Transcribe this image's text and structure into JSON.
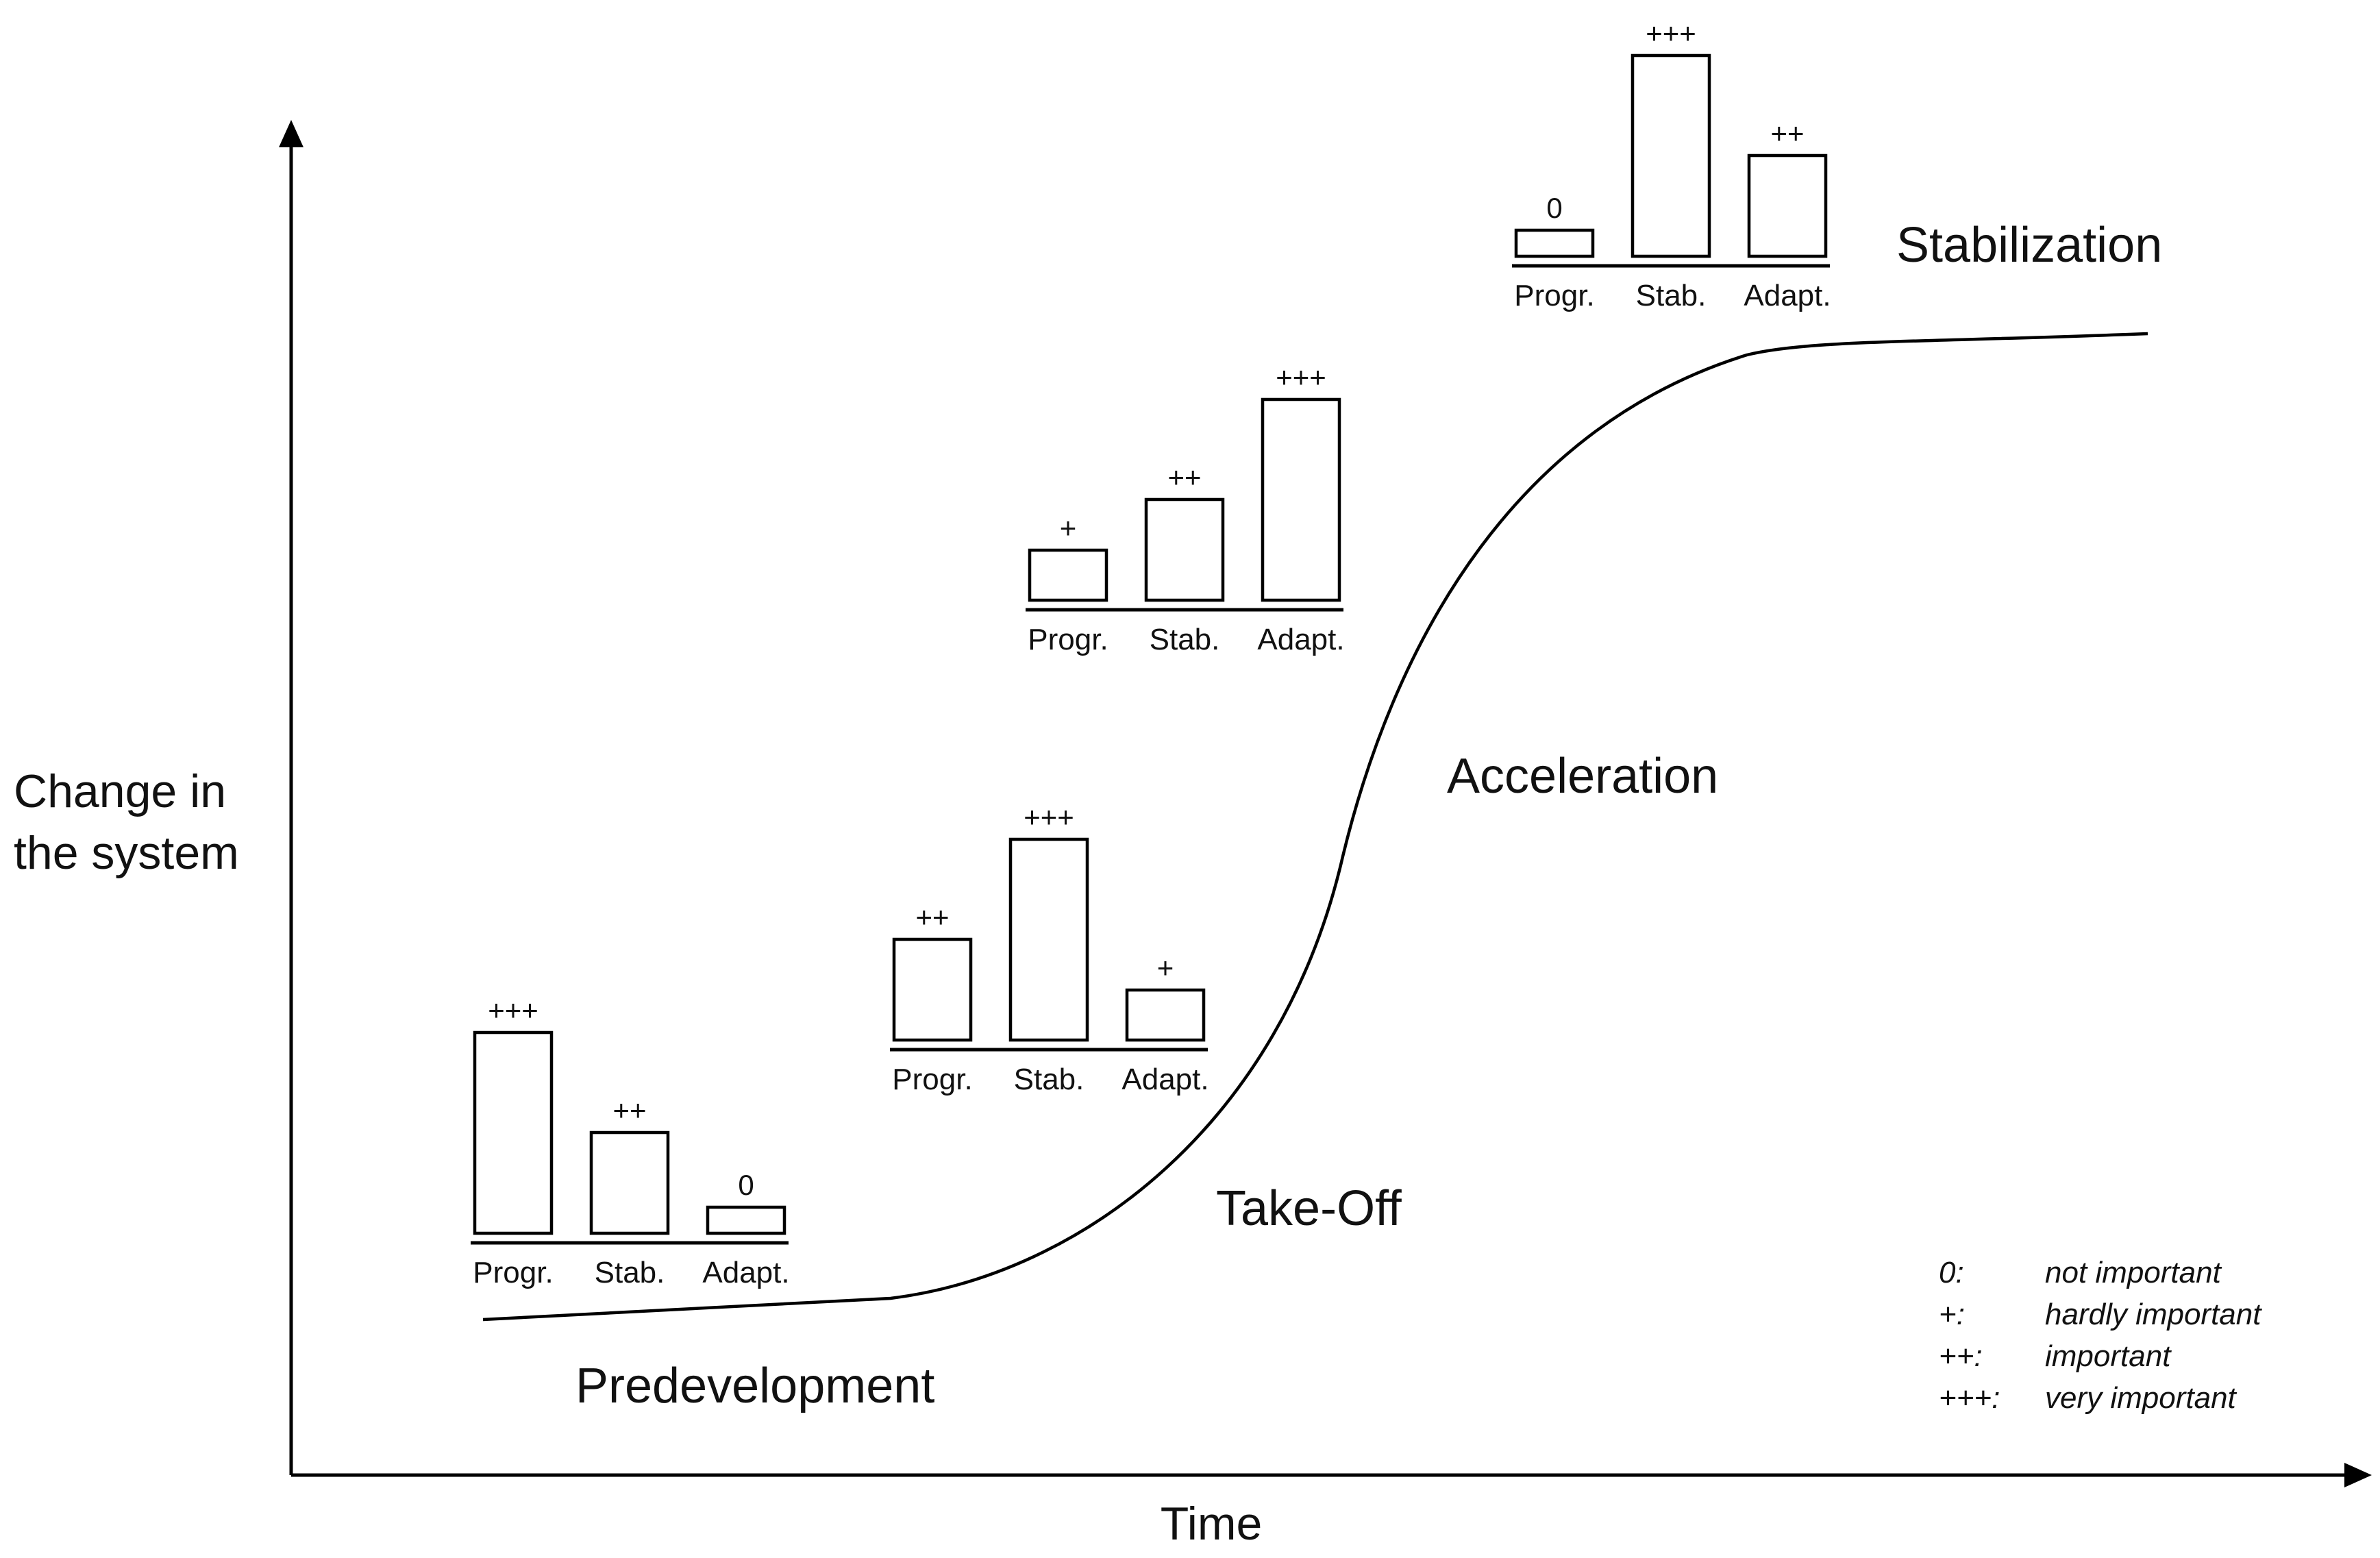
{
  "axes": {
    "y_label": [
      "Change in",
      "the system"
    ],
    "x_label": "Time"
  },
  "phases": [
    {
      "name": "Predevelopment",
      "bars": [
        {
          "label": "Progr.",
          "value": "+++"
        },
        {
          "label": "Stab.",
          "value": "++"
        },
        {
          "label": "Adapt.",
          "value": "0"
        }
      ]
    },
    {
      "name": "Take-Off",
      "bars": [
        {
          "label": "Progr.",
          "value": "++"
        },
        {
          "label": "Stab.",
          "value": "+++"
        },
        {
          "label": "Adapt.",
          "value": "+"
        }
      ]
    },
    {
      "name": "Acceleration",
      "bars": [
        {
          "label": "Progr.",
          "value": "+"
        },
        {
          "label": "Stab.",
          "value": "++"
        },
        {
          "label": "Adapt.",
          "value": "+++"
        }
      ]
    },
    {
      "name": "Stabilization",
      "bars": [
        {
          "label": "Progr.",
          "value": "0"
        },
        {
          "label": "Stab.",
          "value": "+++"
        },
        {
          "label": "Adapt.",
          "value": "++"
        }
      ]
    }
  ],
  "legend": [
    {
      "symbol": "0:",
      "meaning": "not important"
    },
    {
      "symbol": "+:",
      "meaning": "hardly important"
    },
    {
      "symbol": "++:",
      "meaning": "important"
    },
    {
      "symbol": "+++:",
      "meaning": "very important"
    }
  ],
  "colors": {
    "line": "#000000",
    "background": "#ffffff"
  }
}
